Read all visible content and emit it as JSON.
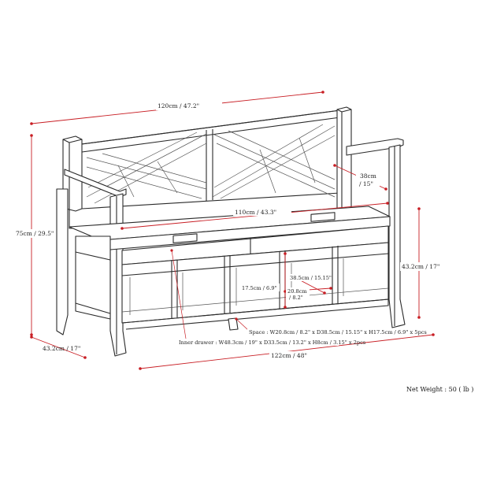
{
  "dimensions": {
    "top_width": "120cm / 47.2\"",
    "seat_width": "110cm / 43.3\"",
    "base_width": "122cm / 48\"",
    "height": "75cm / 29.5\"",
    "depth": "43.2cm / 17\"",
    "seat_height": "43.2cm / 17\"",
    "seat_depth_a": "38cm",
    "seat_depth_b": "/ 15\"",
    "cubby_height": "17.5cm / 6.9\"",
    "cubby_depth": "38.5cm / 15.15\"",
    "cubby_width_a": "20.8cm",
    "cubby_width_b": "/ 8.2\"",
    "space_note": "Space : W20.8cm / 8.2\" x D38.5cm / 15.15\" x H17.5cm / 6.9\" x 5pcs",
    "drawer_note": "Inner drawer : W48.3cm / 19\" x D33.5cm / 13.2\" x H8cm / 3.15\" x 2pcs"
  },
  "net_weight": "Net Weight : 50 ( lb )",
  "colors": {
    "dimension": "#c81e24",
    "outline": "#2a2a2a"
  }
}
